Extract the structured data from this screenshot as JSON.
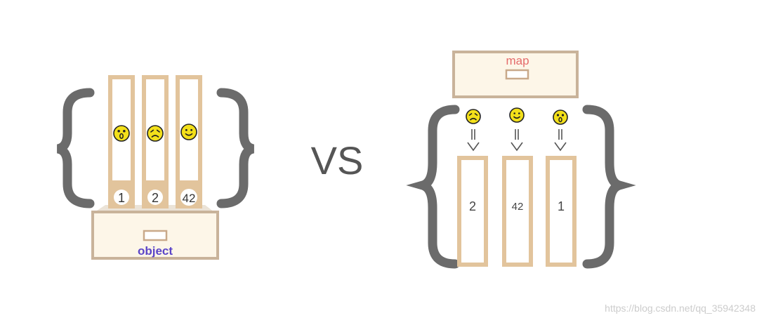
{
  "left": {
    "drawer_label": "object",
    "keys": [
      "1",
      "2",
      "42"
    ],
    "faces": [
      "surprised-face-icon",
      "sad-face-icon",
      "smiley-face-icon"
    ]
  },
  "vs_label": "VS",
  "right": {
    "drawer_label": "map",
    "faces": [
      "sad-face-icon",
      "smiley-face-icon",
      "surprised-face-icon"
    ],
    "values": [
      "2",
      "42",
      "1"
    ]
  },
  "watermark": "https://blog.csdn.net/qq_35942348",
  "colors": {
    "folder_border": "#e2c49c",
    "drawer_fill": "#fdf6e8",
    "drawer_border": "#c9b39a",
    "brace": "#6b6b6b",
    "object_label": "#5b45c8",
    "map_label": "#e56b6b",
    "face_fill": "#f3e01a"
  }
}
